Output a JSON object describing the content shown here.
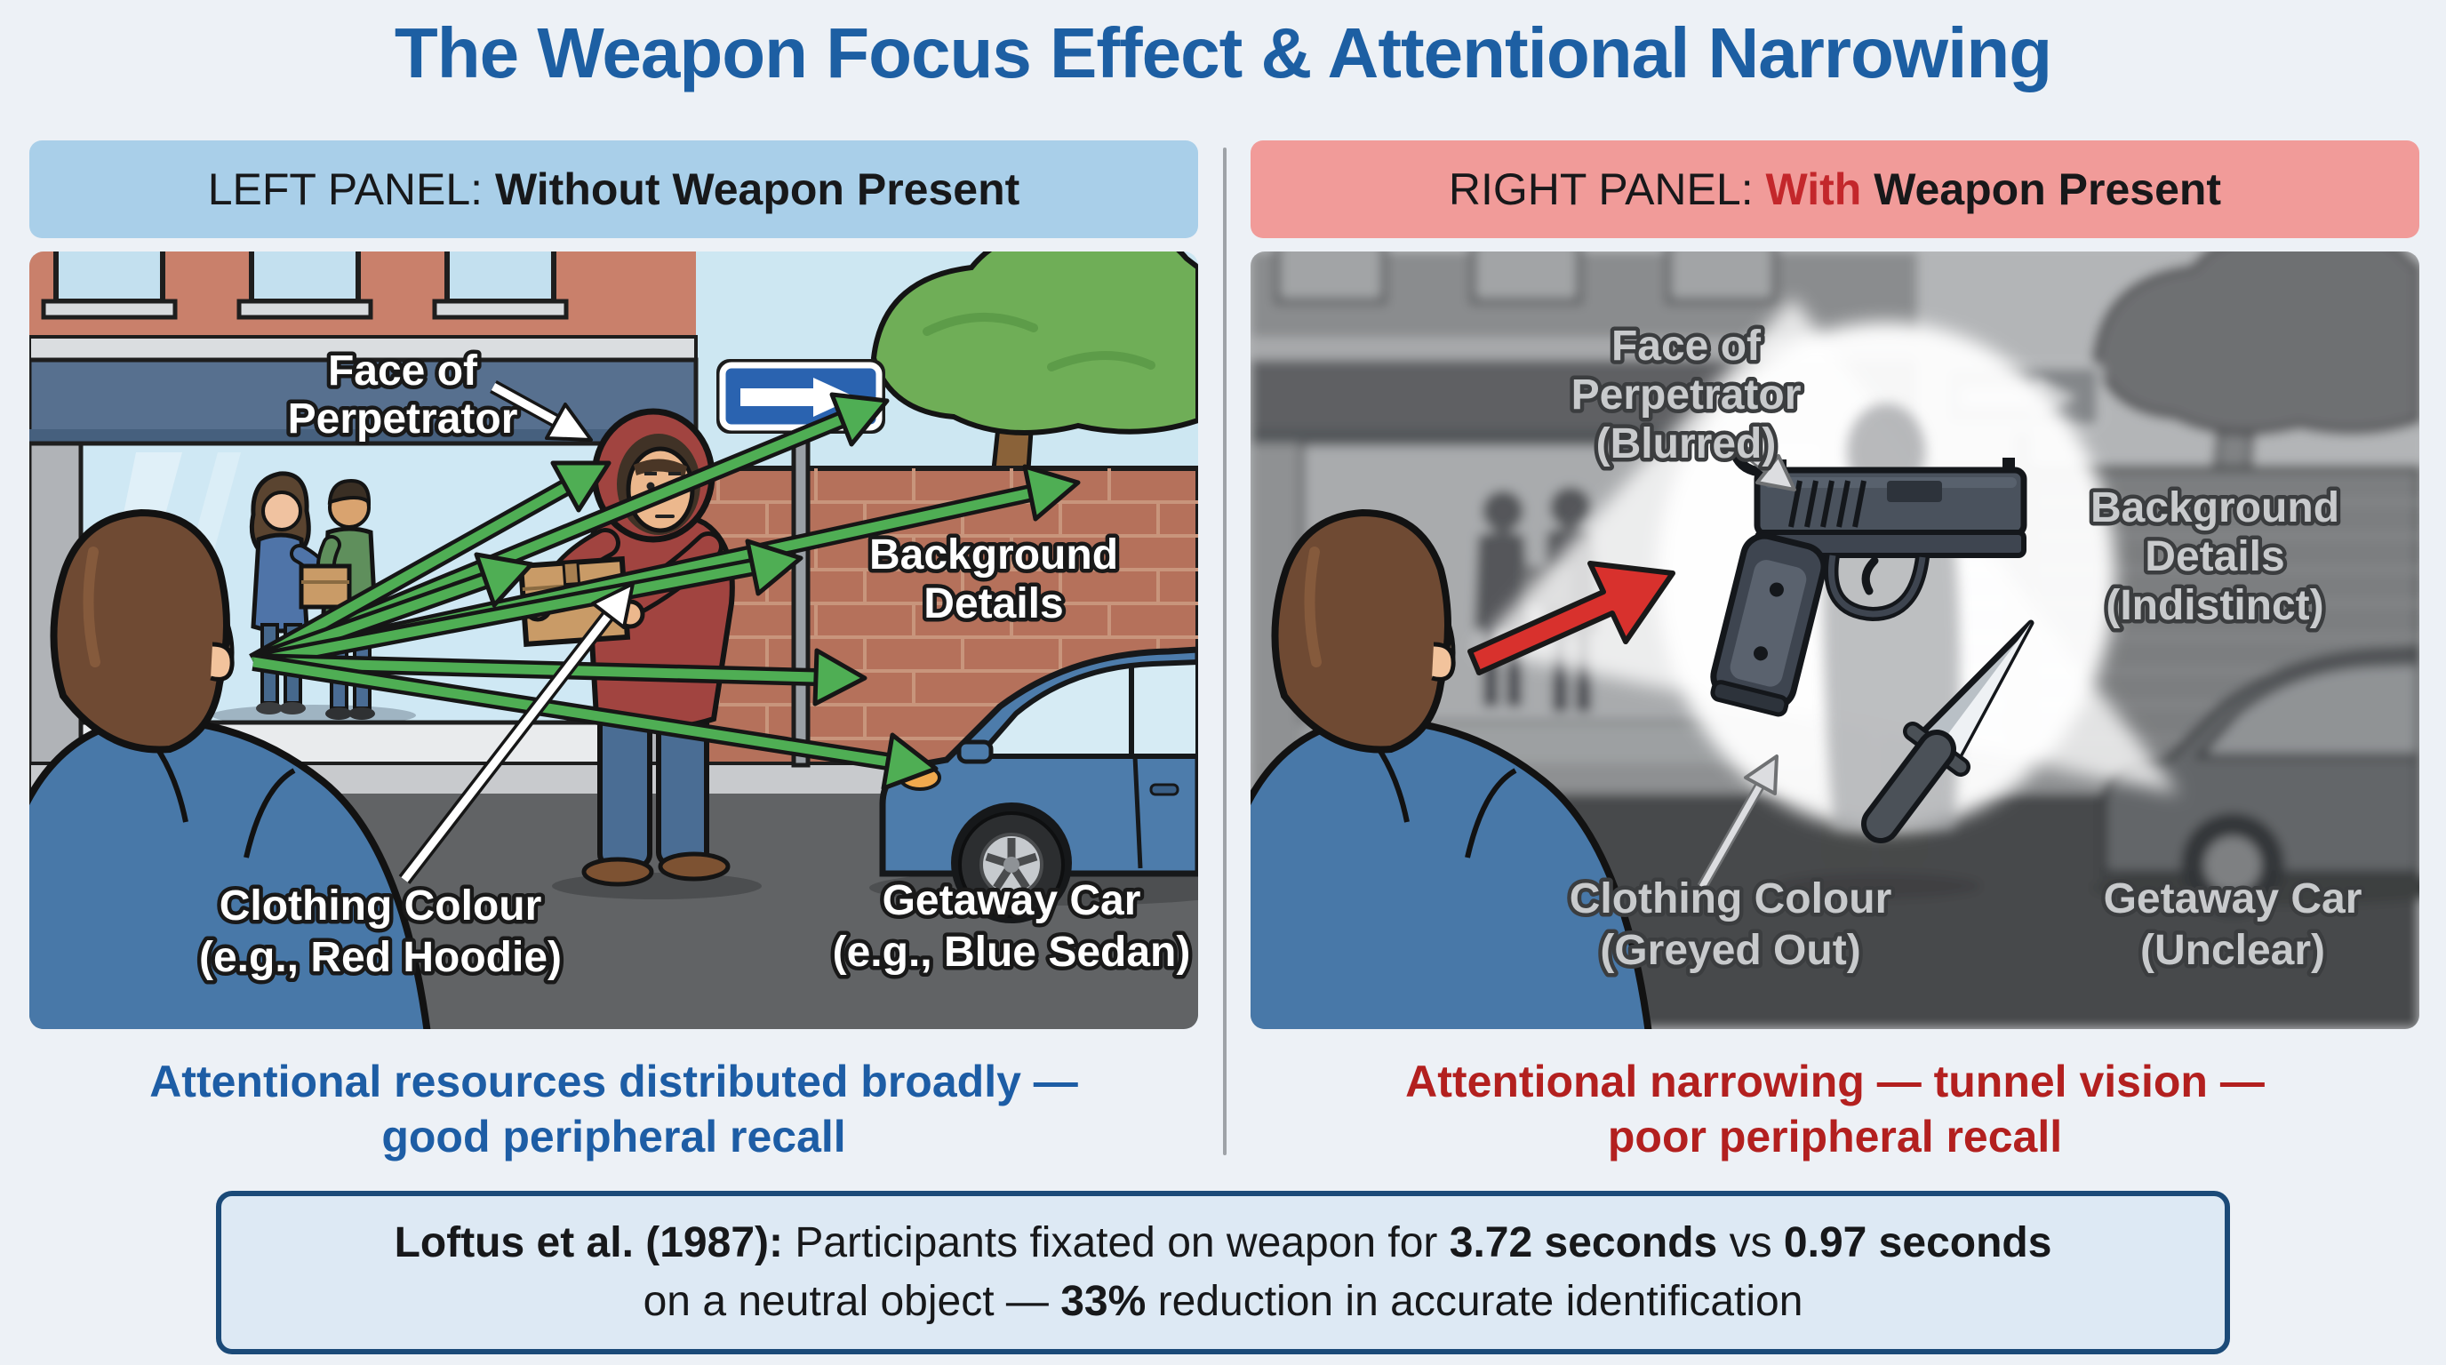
{
  "title": "The Weapon Focus Effect & Attentional Narrowing",
  "left_panel": {
    "header": {
      "prefix": "LEFT PANEL: ",
      "emphasis": "Without Weapon Present"
    },
    "scene_labels": {
      "face": [
        "Face of",
        "Perpetrator"
      ],
      "background": [
        "Background",
        "Details"
      ],
      "clothing": [
        "Clothing Colour",
        "(e.g., Red Hoodie)"
      ],
      "car": [
        "Getaway Car",
        "(e.g., Blue Sedan)"
      ]
    },
    "caption": [
      "Attentional resources distributed broadly —",
      "good peripheral recall"
    ]
  },
  "right_panel": {
    "header": {
      "prefix": "RIGHT PANEL: ",
      "highlight": "With",
      "emphasis": " Weapon Present"
    },
    "scene_labels": {
      "face": [
        "Face of",
        "Perpetrator",
        "(Blurred)"
      ],
      "background": [
        "Background",
        "Details",
        "(Indistinct)"
      ],
      "clothing": [
        "Clothing Colour",
        "(Greyed Out)"
      ],
      "car": [
        "Getaway Car",
        "(Unclear)"
      ]
    },
    "caption": [
      "Attentional narrowing — tunnel vision —",
      "poor peripheral recall"
    ]
  },
  "footnote": {
    "ref": "Loftus et al. (1987):",
    "t1": " Participants fixated on weapon for ",
    "b1": "3.72 seconds",
    "t2": " vs ",
    "b2": "0.97 seconds",
    "t3": "on a neutral object — ",
    "b3": "33%",
    "t4": " reduction in accurate identification"
  },
  "colors": {
    "title_blue": "#1d5fa3",
    "left_header_bg": "#a9cfe9",
    "right_header_bg": "#f19b99",
    "with_red": "#c3272b",
    "caption_blue": "#1d5da5",
    "caption_red": "#b3201f",
    "footnote_border": "#1b4a78",
    "footnote_bg": "#dde9f4",
    "attention_arrow_green": "#4fae54",
    "focus_arrow_red": "#d8312d",
    "hoodie_red": "#a14440",
    "getaway_car_blue": "#4d7cab"
  }
}
